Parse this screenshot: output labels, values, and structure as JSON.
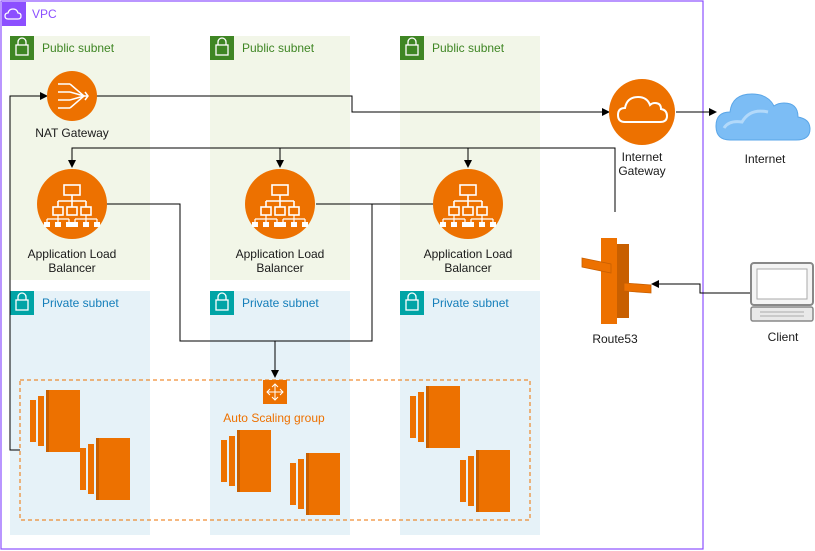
{
  "vpc": {
    "label": "VPC"
  },
  "subnets": {
    "public": [
      "Public subnet",
      "Public subnet",
      "Public subnet"
    ],
    "private": [
      "Private subnet",
      "Private subnet",
      "Private subnet"
    ]
  },
  "nodes": {
    "nat_gateway": "NAT Gateway",
    "alb_line1": "Application Load",
    "alb_line2": "Balancer",
    "internet_gateway_line1": "Internet",
    "internet_gateway_line2": "Gateway",
    "internet": "Internet",
    "route53": "Route53",
    "client": "Client",
    "auto_scaling_group": "Auto Scaling group"
  },
  "colors": {
    "vpc_border": "#8c4fff",
    "public_fill": "#f2f6e8",
    "public_text": "#3f8624",
    "private_fill": "#e6f2f8",
    "private_text": "#147eba",
    "aws_orange": "#ed7100",
    "cloud_blue": "#6fb3f0"
  },
  "icons": [
    "vpc-icon",
    "lock-icon",
    "nat-gateway-icon",
    "load-balancer-icon",
    "internet-gateway-icon",
    "cloud-icon",
    "route53-icon",
    "client-computer-icon",
    "ec2-instance-icon",
    "auto-scaling-icon"
  ]
}
